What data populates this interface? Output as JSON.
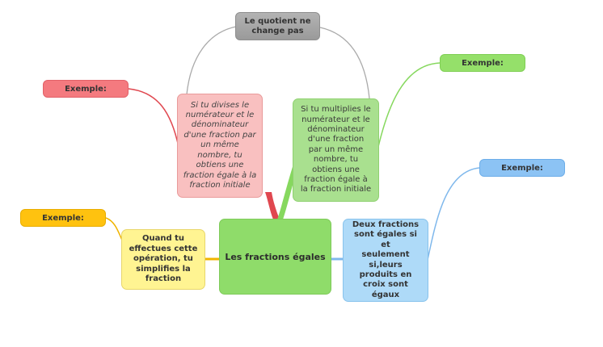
{
  "diagram": {
    "central": {
      "label": "Les fractions égales"
    },
    "title_node": {
      "lines": [
        "Le quotient ne",
        "change pas"
      ]
    },
    "divide_rule": {
      "lines": [
        "Si tu divises le",
        "numérateur et le",
        "dénominateur",
        "d'une fraction par",
        "un même",
        "nombre, tu",
        "obtiens une",
        "fraction égale à la",
        "fraction initiale"
      ]
    },
    "multiply_rule": {
      "lines": [
        "Si tu multiplies le",
        "numérateur et le",
        "dénominateur",
        "d'une fraction",
        "par un même",
        "nombre, tu",
        "obtiens une",
        "fraction égale à",
        "la fraction initiale"
      ]
    },
    "simplify_rule": {
      "lines": [
        "Quand tu",
        "effectues cette",
        "opération, tu",
        "simplifies la",
        "fraction"
      ]
    },
    "cross_product_rule": {
      "lines": [
        "Deux fractions",
        "sont égales si et",
        "seulement",
        "si,leurs",
        "produits en",
        "croix sont",
        "égaux"
      ]
    },
    "examples": {
      "red": "Exemple:",
      "green": "Exemple:",
      "blue": "Exemple:",
      "orange": "Exemple:"
    }
  },
  "colors": {
    "central": "#8fdc6a",
    "red": "#f47a7f",
    "green": "#95e06a",
    "blue": "#8cc3f4",
    "orange": "#ffc20f",
    "gray": "#aaaaaa"
  }
}
